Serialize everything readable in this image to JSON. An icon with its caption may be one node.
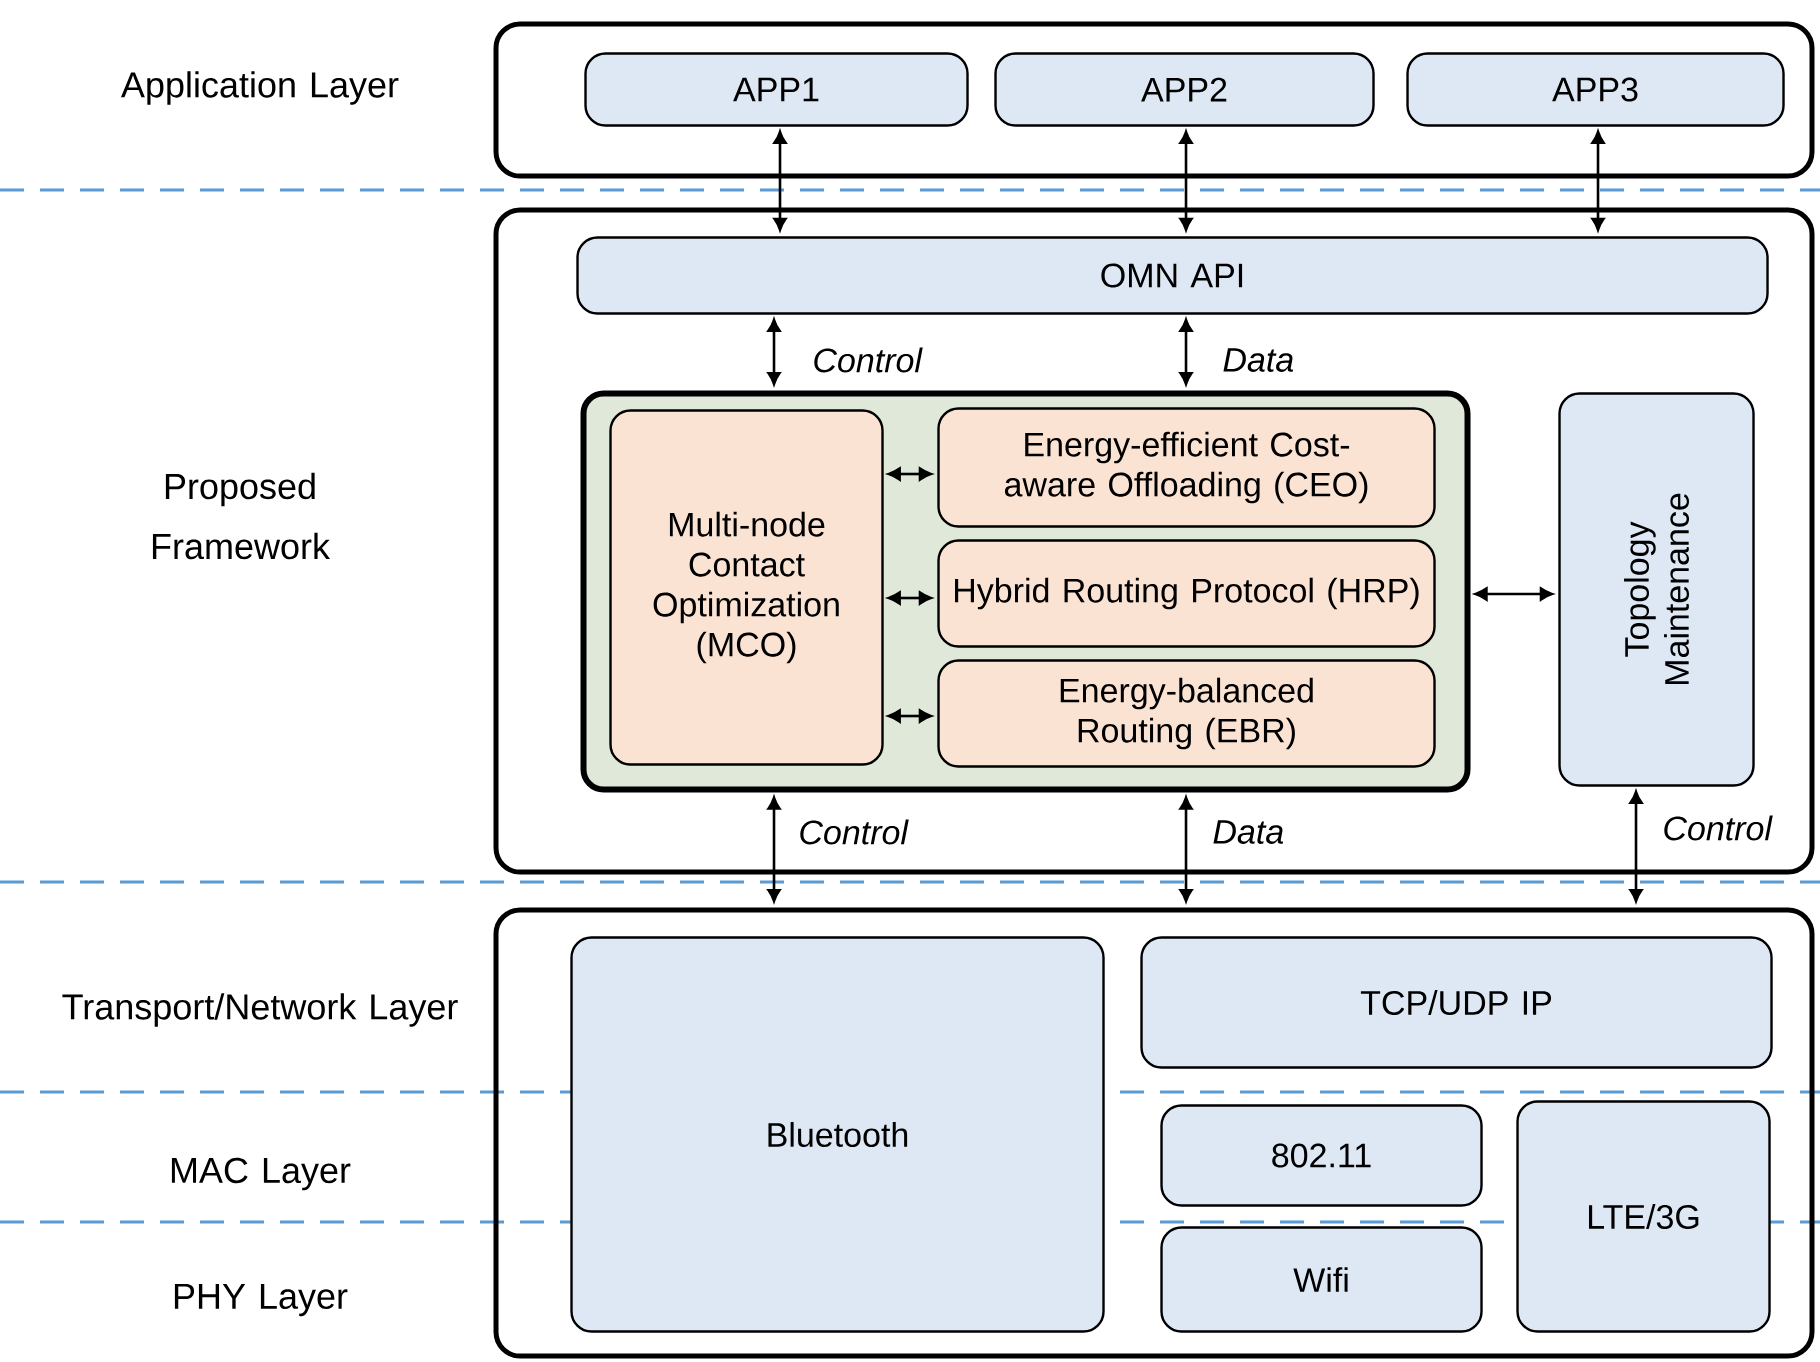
{
  "diagram": {
    "nodes": [
      {
        "text": [],
        "shape": "box"
      },
      {
        "text": [
          "APP1"
        ],
        "in": 0
      },
      {
        "text": [
          "APP2"
        ],
        "in": 0
      },
      {
        "text": [
          "APP3"
        ],
        "in": 0
      },
      {
        "text": [],
        "shape": "box"
      },
      {
        "text": [
          "OMN API"
        ],
        "in": 4
      },
      {
        "text": [],
        "shape": "box",
        "in": 4
      },
      {
        "text": [
          "Multi-node Contact Optimization (MCO)"
        ],
        "in": 6
      },
      {
        "text": [
          "Energy-efficient Cost-aware Offloading (CEO)"
        ],
        "in": 6
      },
      {
        "text": [
          "Hybrid Routing Protocol (HRP)"
        ],
        "in": 6
      },
      {
        "text": [
          "Energy-balanced Routing (EBR)"
        ],
        "in": 6
      },
      {
        "text": [
          "Topology Maintenance"
        ],
        "in": 4
      },
      {
        "text": [],
        "shape": "box"
      },
      {
        "text": [
          "Bluetooth"
        ],
        "in": 12
      },
      {
        "text": [
          "TCP/UDP IP"
        ],
        "in": 12
      },
      {
        "text": [
          "802.11"
        ],
        "in": 12
      },
      {
        "text": [
          "LTE/3G"
        ],
        "in": 12
      },
      {
        "text": [
          "Wifi"
        ],
        "in": 12
      }
    ],
    "edges": [
      {
        "from": 1,
        "to": 5,
        "arrow": "both"
      },
      {
        "from": 2,
        "to": 5,
        "arrow": "both"
      },
      {
        "from": 3,
        "to": 5,
        "arrow": "both"
      },
      {
        "from": 5,
        "to": 6,
        "arrow": "both",
        "label": "Control"
      },
      {
        "from": 5,
        "to": 6,
        "arrow": "both",
        "label": "Data"
      },
      {
        "from": 7,
        "to": 8,
        "arrow": "both"
      },
      {
        "from": 7,
        "to": 9,
        "arrow": "both"
      },
      {
        "from": 7,
        "to": 10,
        "arrow": "both"
      },
      {
        "from": 6,
        "to": 11,
        "arrow": "both"
      },
      {
        "from": 6,
        "to": 12,
        "arrow": "both",
        "label": "Control"
      },
      {
        "from": 6,
        "to": 12,
        "arrow": "both",
        "label": "Data"
      },
      {
        "from": 11,
        "to": 12,
        "arrow": "both",
        "label": "Control"
      }
    ],
    "labels": [
      "Application Layer",
      "Proposed Framework",
      "Transport/Network Layer",
      "MAC Layer",
      "PHY Layer"
    ]
  }
}
